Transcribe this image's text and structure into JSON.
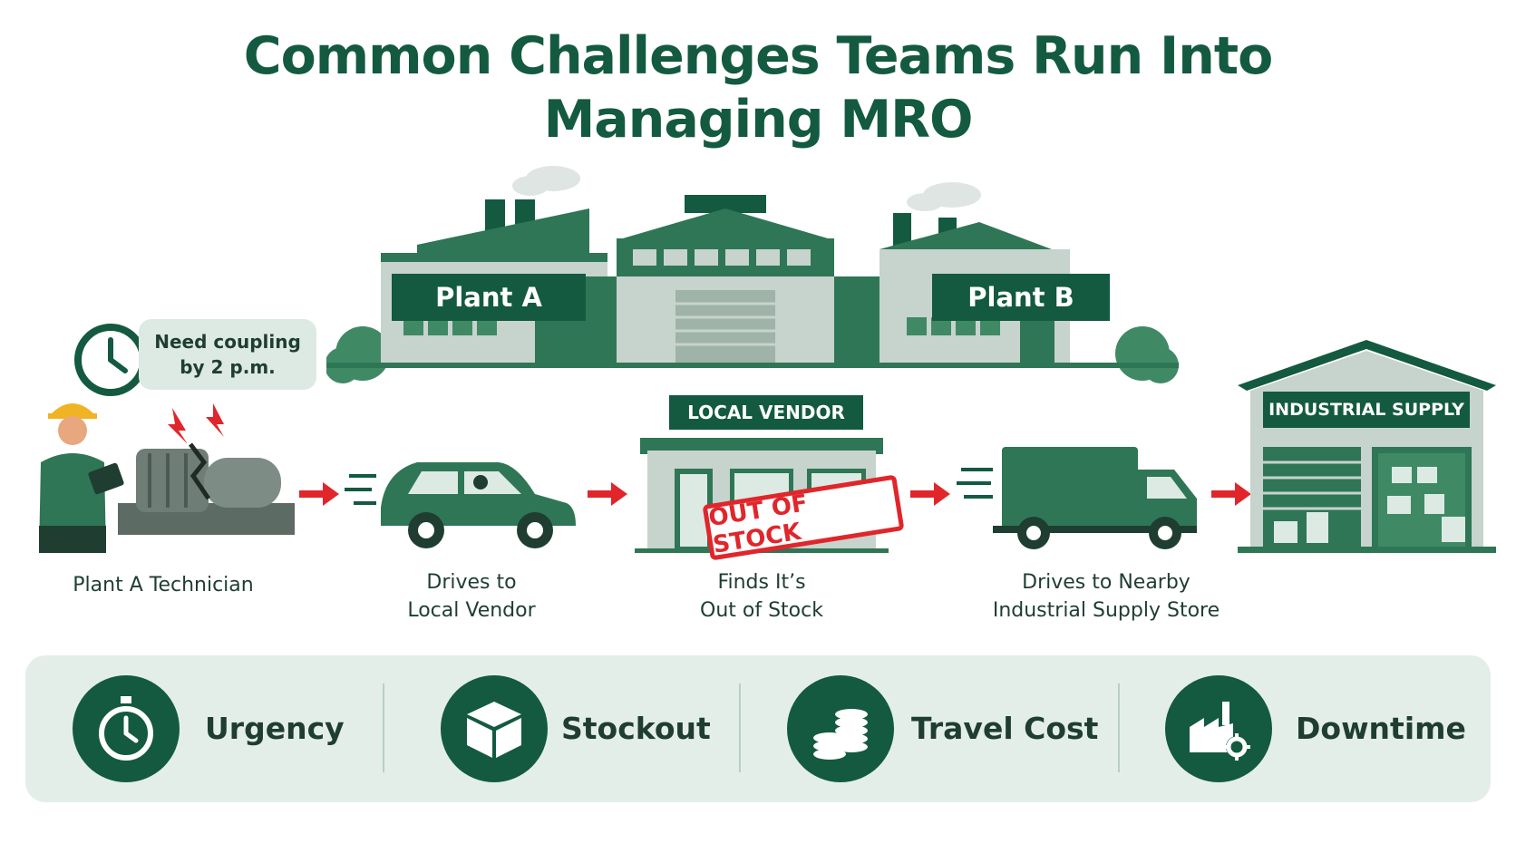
{
  "title": {
    "line1": "Common Challenges Teams Run Into",
    "line2": "Managing MRO"
  },
  "plants": {
    "plant_a": "Plant A",
    "plant_b": "Plant B"
  },
  "bubble": {
    "line1": "Need coupling",
    "line2": "by 2 p.m."
  },
  "vendor": {
    "sign": "LOCAL VENDOR",
    "stamp": "OUT OF STOCK"
  },
  "supply": {
    "sign": "INDUSTRIAL SUPPLY"
  },
  "steps": [
    {
      "line1": "Plant A Technician",
      "line2": ""
    },
    {
      "line1": "Drives to",
      "line2": "Local Vendor"
    },
    {
      "line1": "Finds It’s",
      "line2": "Out of Stock"
    },
    {
      "line1": "Drives to Nearby",
      "line2": "Industrial Supply Store"
    }
  ],
  "challenges": [
    {
      "label": "Urgency",
      "icon": "stopwatch-icon"
    },
    {
      "label": "Stockout",
      "icon": "box-icon"
    },
    {
      "label": "Travel Cost",
      "icon": "coins-icon"
    },
    {
      "label": "Downtime",
      "icon": "factory-gear-icon"
    }
  ],
  "colors": {
    "brand_green": "#135a40",
    "light_green": "#dceae3",
    "alert_red": "#e0262b",
    "gray": "#c7d3cd"
  }
}
